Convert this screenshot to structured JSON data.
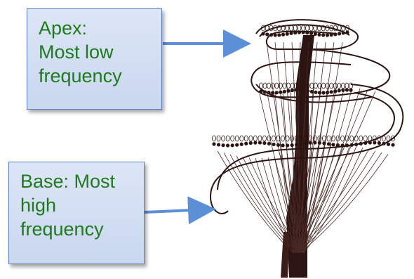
{
  "apex": {
    "lines": [
      "Apex:",
      "Most low",
      "frequency"
    ]
  },
  "base": {
    "lines": [
      "Base: Most",
      "high",
      "frequency"
    ]
  },
  "colors": {
    "text": "#1f7a1f",
    "box_fill": "#dde6f6",
    "box_border": "#5a7fbf",
    "arrow": "#5b8fd6",
    "ink": "#2b1412"
  }
}
